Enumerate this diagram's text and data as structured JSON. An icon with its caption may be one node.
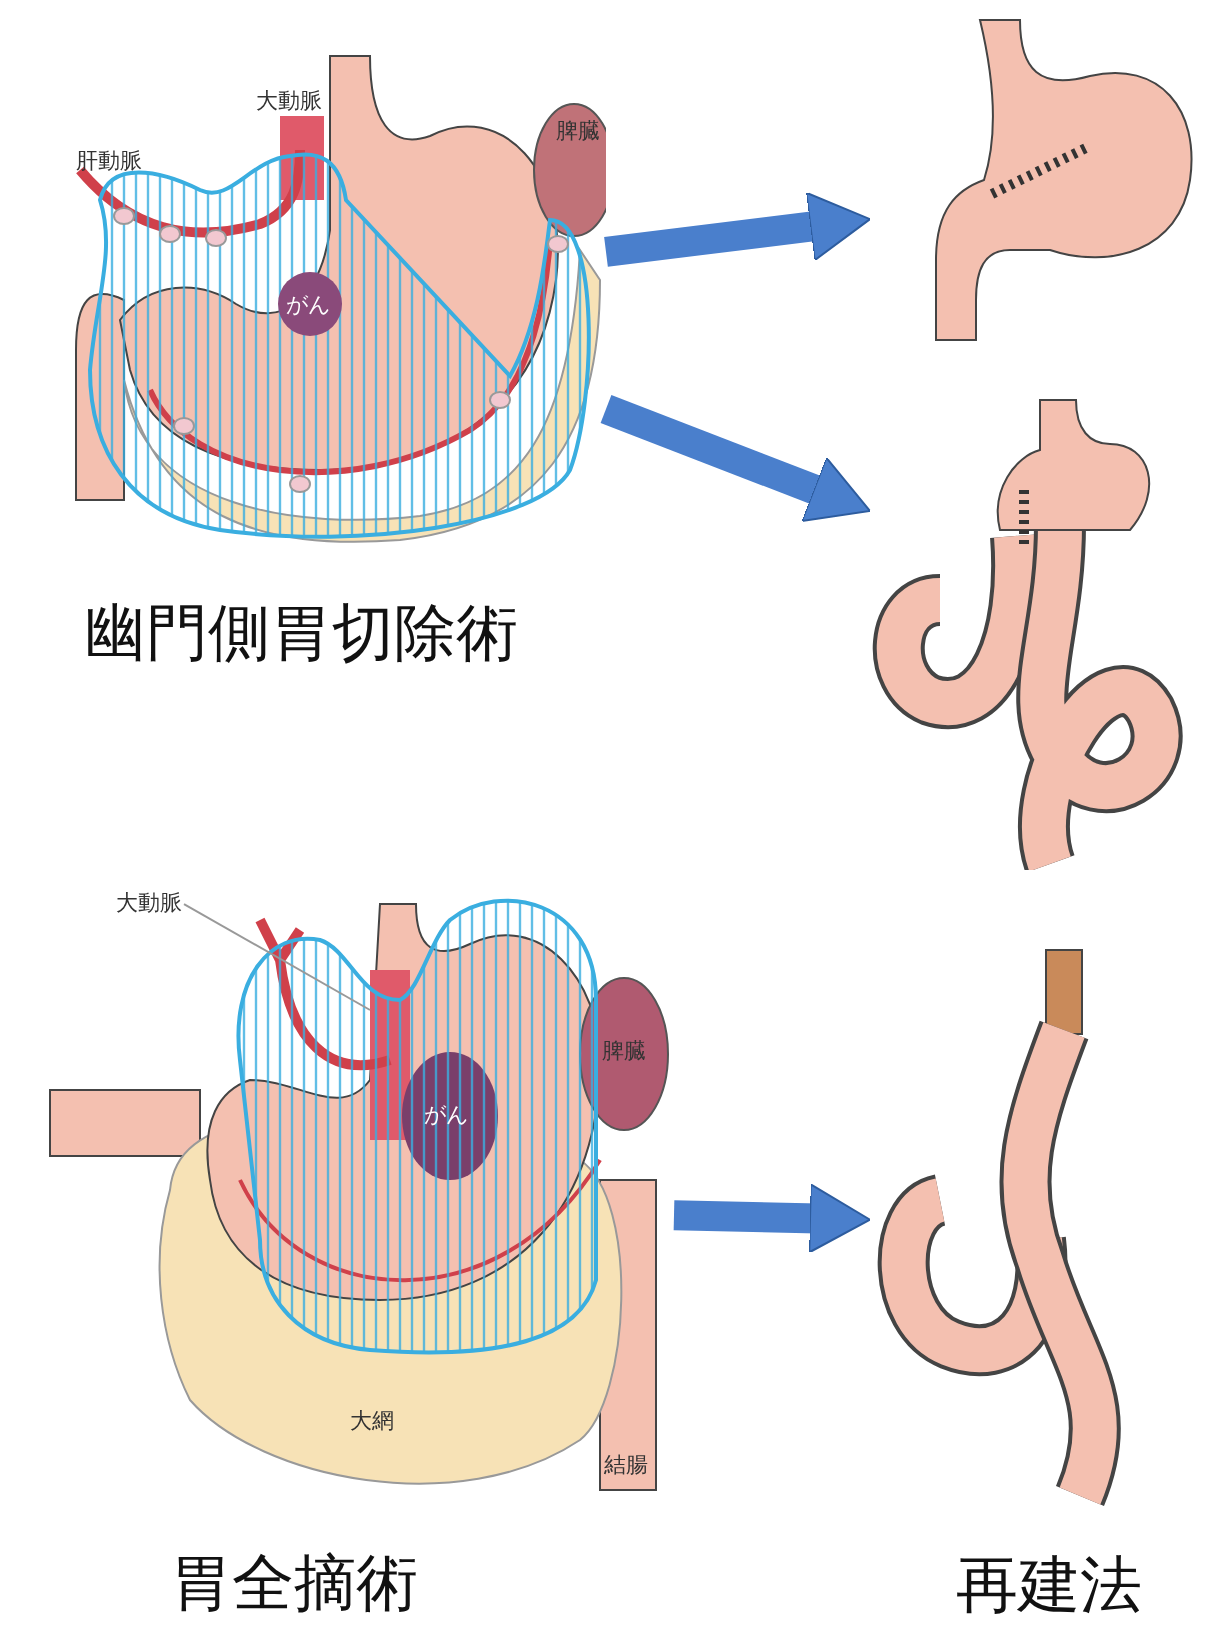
{
  "diagram": {
    "nodes": [
      {
        "text": [],
        "shape": "picture",
        "beside": [
          "幽門側胃切除術"
        ]
      },
      {
        "text": [],
        "shape": "picture"
      },
      {
        "text": [],
        "shape": "picture"
      },
      {
        "text": [],
        "shape": "picture",
        "beside": [
          "胃全摘術"
        ]
      },
      {
        "text": [
          "大動脈"
        ],
        "in": 3
      },
      {
        "text": [],
        "shape": "picture"
      }
    ],
    "edges": [
      {
        "from": 0,
        "to": 1,
        "arrow": "to"
      },
      {
        "from": 0,
        "to": 2,
        "arrow": "to"
      },
      {
        "from": 3,
        "to": 5,
        "arrow": "to"
      },
      {
        "from": 4,
        "to": null,
        "arrow": "none"
      }
    ],
    "labels": [
      "大動脈",
      "肝動脈",
      "脾臓",
      "がん",
      "脾臓",
      "がん",
      "大網",
      "結腸",
      "再建法"
    ]
  }
}
